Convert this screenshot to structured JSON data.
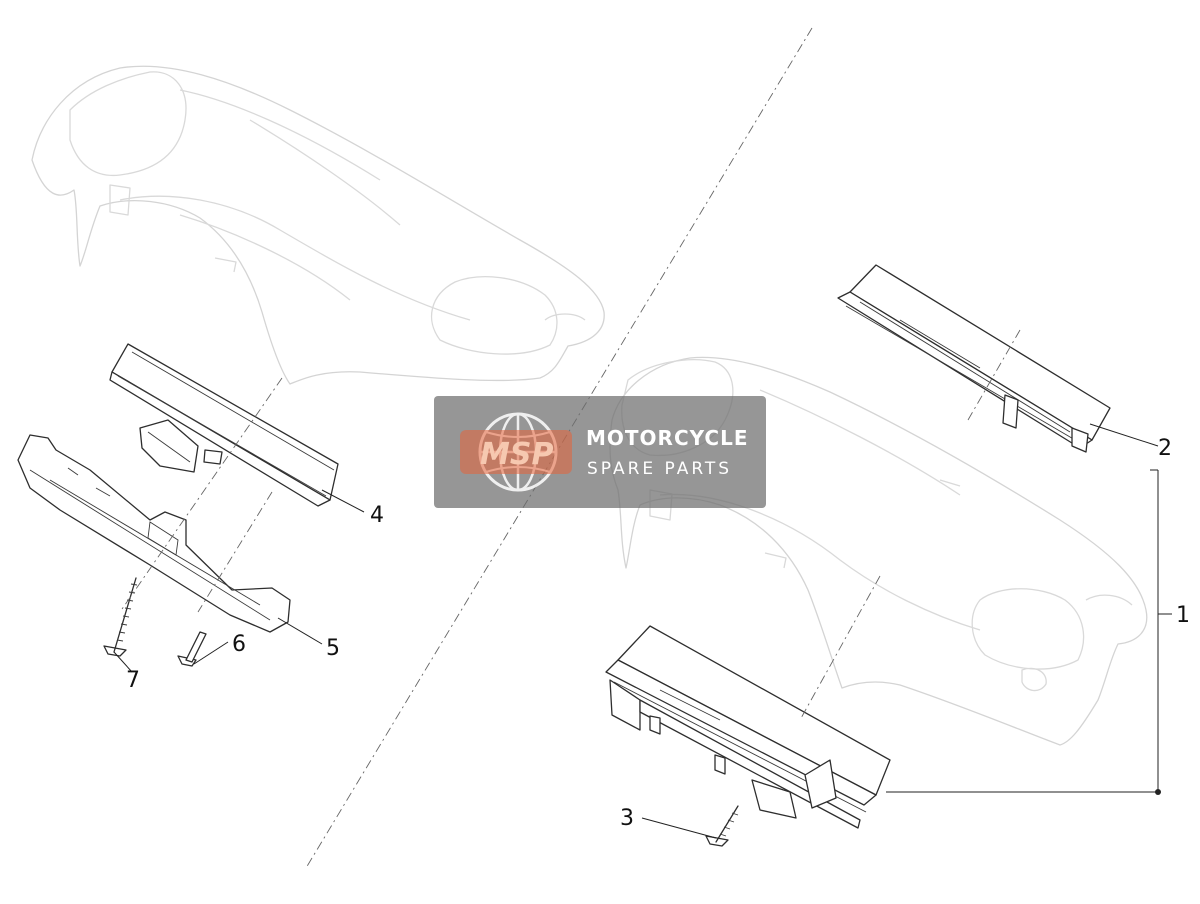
{
  "diagram": {
    "callouts": [
      {
        "id": "1",
        "label": "1"
      },
      {
        "id": "2",
        "label": "2"
      },
      {
        "id": "3",
        "label": "3"
      },
      {
        "id": "4",
        "label": "4"
      },
      {
        "id": "5",
        "label": "5"
      },
      {
        "id": "6",
        "label": "6"
      },
      {
        "id": "7",
        "label": "7"
      }
    ]
  },
  "watermark": {
    "logo": "MSP",
    "line1": "MOTORCYCLE",
    "line2": "SPARE PARTS",
    "box_color": "#6e6e6e",
    "logo_color": "#e8643a"
  }
}
